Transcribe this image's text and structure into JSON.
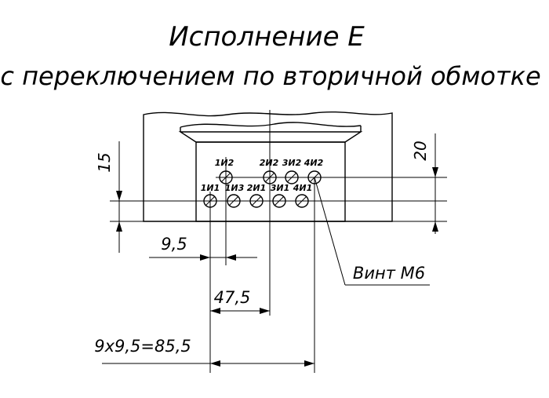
{
  "title": {
    "line1": "Исполнение Е",
    "line2": "с переключением по вторичной обмотке"
  },
  "terminals": {
    "top_row": [
      "1И2",
      "2И2",
      "3И2",
      "4И2"
    ],
    "bottom_row": [
      "1И1",
      "1И3",
      "2И1",
      "3И1",
      "4И1"
    ]
  },
  "dimensions": {
    "d15": "15",
    "d20": "20",
    "d9_5": "9,5",
    "d47_5": "47,5",
    "d85_5": "9х9,5=85,5"
  },
  "callout": {
    "screw": "Винт М6"
  }
}
